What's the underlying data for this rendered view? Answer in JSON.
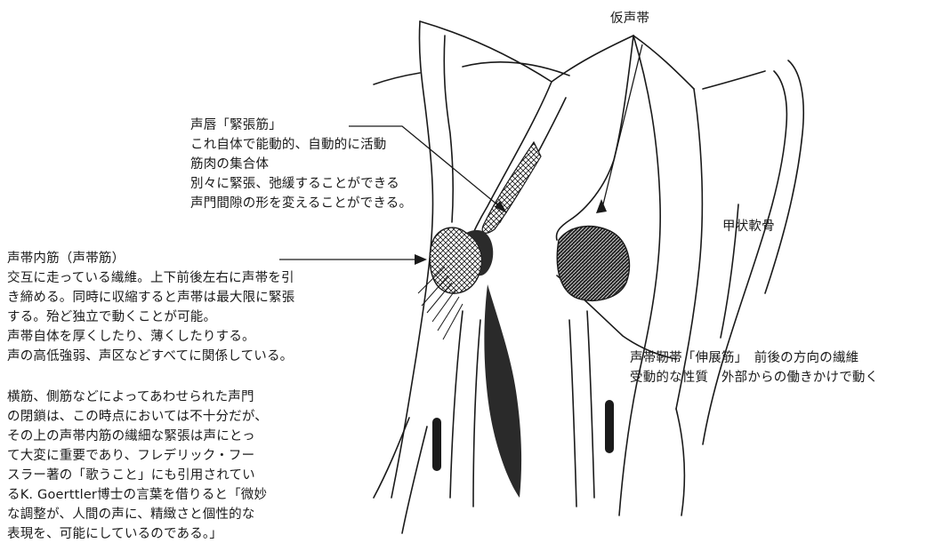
{
  "labels": {
    "false_vocal_fold": "仮声帯",
    "thyroid_cartilage": "甲状軟骨",
    "vocal_lip": {
      "heading": "声唇「緊張筋」",
      "lines": [
        "これ自体で能動的、自動的に活動",
        "筋肉の集合体",
        "別々に緊張、弛緩することができる",
        "声門間隙の形を変えることができる。"
      ]
    },
    "vocalis": {
      "heading": "声帯内筋（声帯筋）",
      "lines": [
        "交互に走っている繊維。上下前後左右に声帯を引",
        "き締める。同時に収縮すると声帯は最大限に緊張",
        "する。殆ど独立で動くことが可能。",
        "声帯自体を厚くしたり、薄くしたりする。",
        "声の高低強弱、声区などすべてに関係している。"
      ]
    },
    "vocal_ligament": {
      "lines": [
        "声帯靭帯「伸展筋」　前後の方向の繊維",
        "受動的な性質　外部からの働きかけで動く"
      ]
    },
    "note": {
      "lines": [
        "横筋、側筋などによってあわせられた声門",
        "の閉鎖は、この時点においては不十分だが、",
        "その上の声帯内筋の繊細な緊張は声にとっ",
        "て大変に重要であり、フレデリック・フー",
        "スラー著の「歌うこと」にも引用されてい",
        "るK. Goerttler博士の言葉を借りると「微妙",
        "な調整が、人間の声に、精緻さと個性的な",
        "表現を、可能にしているのである。」"
      ]
    }
  },
  "colors": {
    "ink": "#1a1a1a",
    "background": "#ffffff"
  }
}
